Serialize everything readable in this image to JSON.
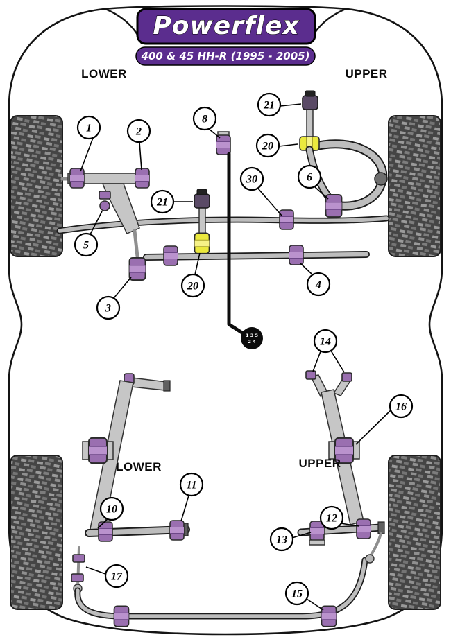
{
  "logo": {
    "text": "Powerflex"
  },
  "model_badge": {
    "text": "400 & 45 HH-R (1995 - 2005)"
  },
  "section_labels": {
    "front_lower": "LOWER",
    "front_upper": "UPPER",
    "rear_lower": "LOWER",
    "rear_upper": "UPPER"
  },
  "gear_knob": {
    "row1": "1 3 5",
    "row2": "2 4"
  },
  "callouts": [
    {
      "label": "1"
    },
    {
      "label": "2"
    },
    {
      "label": "8"
    },
    {
      "label": "21"
    },
    {
      "label": "20"
    },
    {
      "label": "6"
    },
    {
      "label": "30"
    },
    {
      "label": "21"
    },
    {
      "label": "20"
    },
    {
      "label": "5"
    },
    {
      "label": "3"
    },
    {
      "label": "4"
    },
    {
      "label": "14"
    },
    {
      "label": "16"
    },
    {
      "label": "10"
    },
    {
      "label": "11"
    },
    {
      "label": "12"
    },
    {
      "label": "13"
    },
    {
      "label": "17"
    },
    {
      "label": "15"
    }
  ],
  "colors": {
    "brand_purple": "#5b2d8e",
    "bushing_purple": "#9a6fb0",
    "bushing_yellow": "#ebe93e",
    "metal_gray": "#c6c6c6",
    "tire_dark": "#454545",
    "outline": "#141414"
  }
}
